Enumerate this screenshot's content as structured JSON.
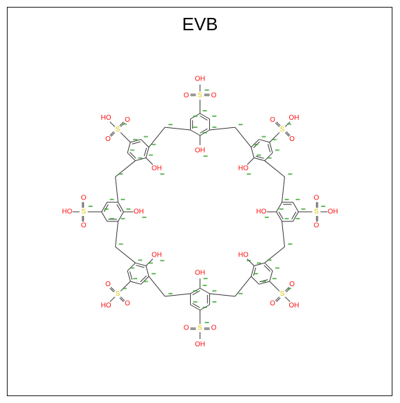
{
  "title": "EVB",
  "colors": {
    "oxygen": "#ff0d0d",
    "sulfur": "#d9c400",
    "atom_label": "#33a02c",
    "bond": "#333333",
    "frame": "#111111"
  },
  "atoms": {
    "hydroxyl": "OH",
    "hydroxyl_left": "HO",
    "sulfur": "S",
    "oxygen": "O"
  }
}
